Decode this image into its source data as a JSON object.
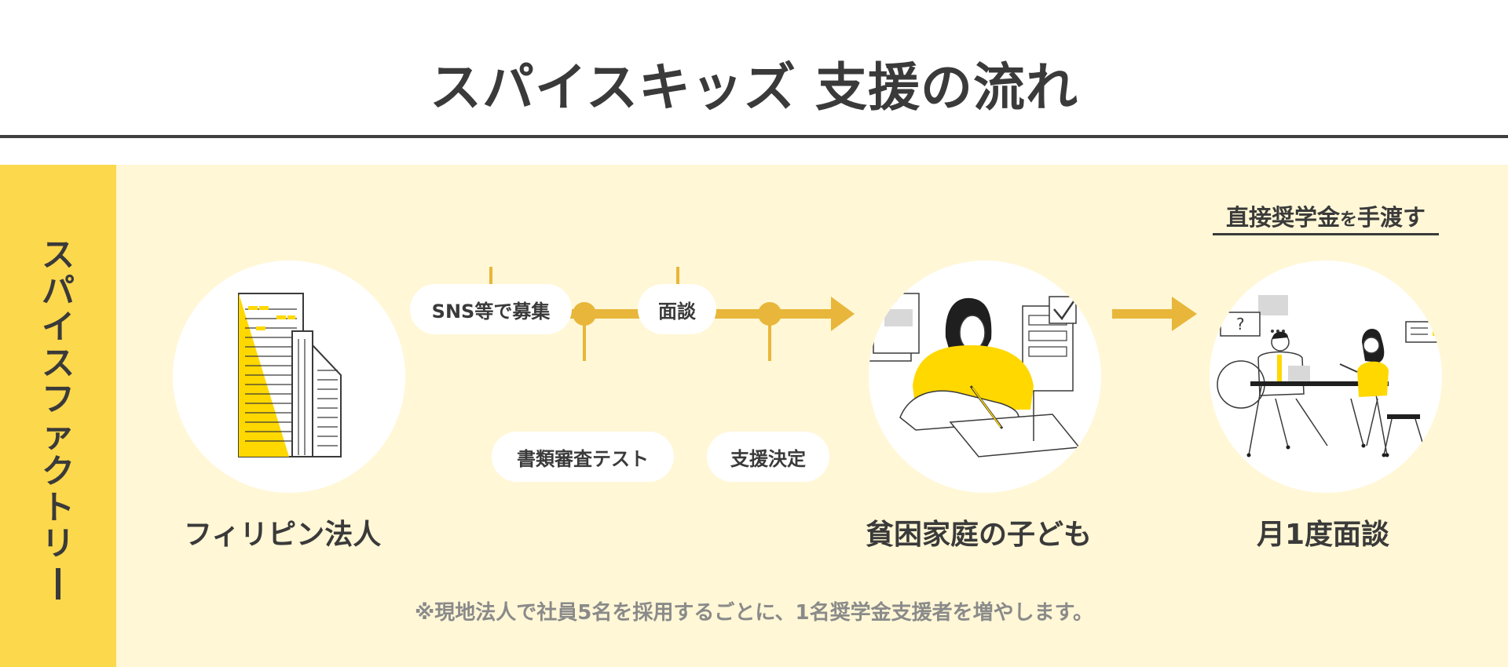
{
  "title": "スパイスキッズ 支援の流れ",
  "side_label_chars": [
    "ス",
    "パ",
    "イ",
    "ス",
    "フ",
    "ァ",
    "ク",
    "ト",
    "リ"
  ],
  "side_label_text": "スパイスファクトリー",
  "stages": {
    "company": "フィリピン法人",
    "child": "貧困家庭の子ども",
    "meeting": "月1度面談"
  },
  "steps": {
    "recruit": "SNS等で募集",
    "interview": "面談",
    "screening": "書類審査テスト",
    "decision": "支援決定"
  },
  "handover": {
    "main": "直接奨学金",
    "particle": "を",
    "tail": "手渡す"
  },
  "footnote": "※現地法人で社員5名を採用するごとに、1名奨学金支援者を増やします。",
  "colors": {
    "accent_yellow": "#fcd84c",
    "panel_bg": "#fff7d6",
    "arrow": "#e8b63a",
    "figure_yellow": "#ffd800",
    "text": "#3a3a3a"
  }
}
